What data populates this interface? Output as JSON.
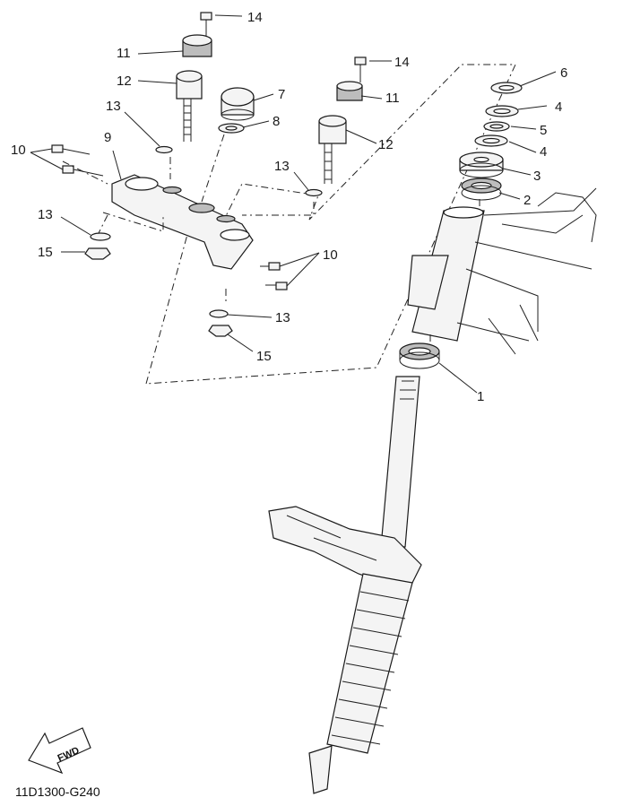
{
  "diagram": {
    "code": "11D1300-G240",
    "fwd_label": "FWD",
    "callouts": [
      {
        "id": "c1",
        "label": "1"
      },
      {
        "id": "c2",
        "label": "2"
      },
      {
        "id": "c3",
        "label": "3"
      },
      {
        "id": "c4a",
        "label": "4"
      },
      {
        "id": "c4b",
        "label": "4"
      },
      {
        "id": "c5",
        "label": "5"
      },
      {
        "id": "c6",
        "label": "6"
      },
      {
        "id": "c7",
        "label": "7"
      },
      {
        "id": "c8",
        "label": "8"
      },
      {
        "id": "c9",
        "label": "9"
      },
      {
        "id": "c10a",
        "label": "10"
      },
      {
        "id": "c10b",
        "label": "10"
      },
      {
        "id": "c11a",
        "label": "11"
      },
      {
        "id": "c11b",
        "label": "11"
      },
      {
        "id": "c12a",
        "label": "12"
      },
      {
        "id": "c12b",
        "label": "12"
      },
      {
        "id": "c13a",
        "label": "13"
      },
      {
        "id": "c13b",
        "label": "13"
      },
      {
        "id": "c13c",
        "label": "13"
      },
      {
        "id": "c13d",
        "label": "13"
      },
      {
        "id": "c14a",
        "label": "14"
      },
      {
        "id": "c14b",
        "label": "14"
      },
      {
        "id": "c15a",
        "label": "15"
      },
      {
        "id": "c15b",
        "label": "15"
      }
    ]
  }
}
